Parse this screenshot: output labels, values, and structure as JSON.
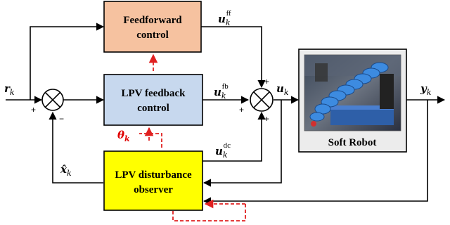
{
  "blocks": {
    "feedforward": {
      "line1": "Feedforward",
      "line2": "control",
      "color": "#f6c2a0"
    },
    "feedback": {
      "line1": "LPV feedback",
      "line2": "control",
      "color": "#c7d8ee"
    },
    "observer": {
      "line1": "LPV disturbance",
      "line2": "observer",
      "color": "#ffff00"
    },
    "robot": {
      "label": "Soft Robot",
      "color": "#ececec"
    }
  },
  "signals": {
    "r": {
      "base": "r",
      "sub": "k"
    },
    "u_ff": {
      "base": "u",
      "sub": "k",
      "sup": "ff"
    },
    "u_fb": {
      "base": "u",
      "sub": "k",
      "sup": "fb"
    },
    "u_dc": {
      "base": "u",
      "sub": "k",
      "sup": "dc"
    },
    "u": {
      "base": "u",
      "sub": "k"
    },
    "y": {
      "base": "y",
      "sub": "k"
    },
    "xhat": {
      "base": "x̂",
      "sub": "k"
    },
    "theta": {
      "base": "θ",
      "sub": "k"
    }
  },
  "signs": {
    "sum1_left": "+",
    "sum1_bottom": "−",
    "sum2_top": "+",
    "sum2_left": "+",
    "sum2_bottom": "+"
  },
  "colors": {
    "scheduling": "#e02020"
  }
}
